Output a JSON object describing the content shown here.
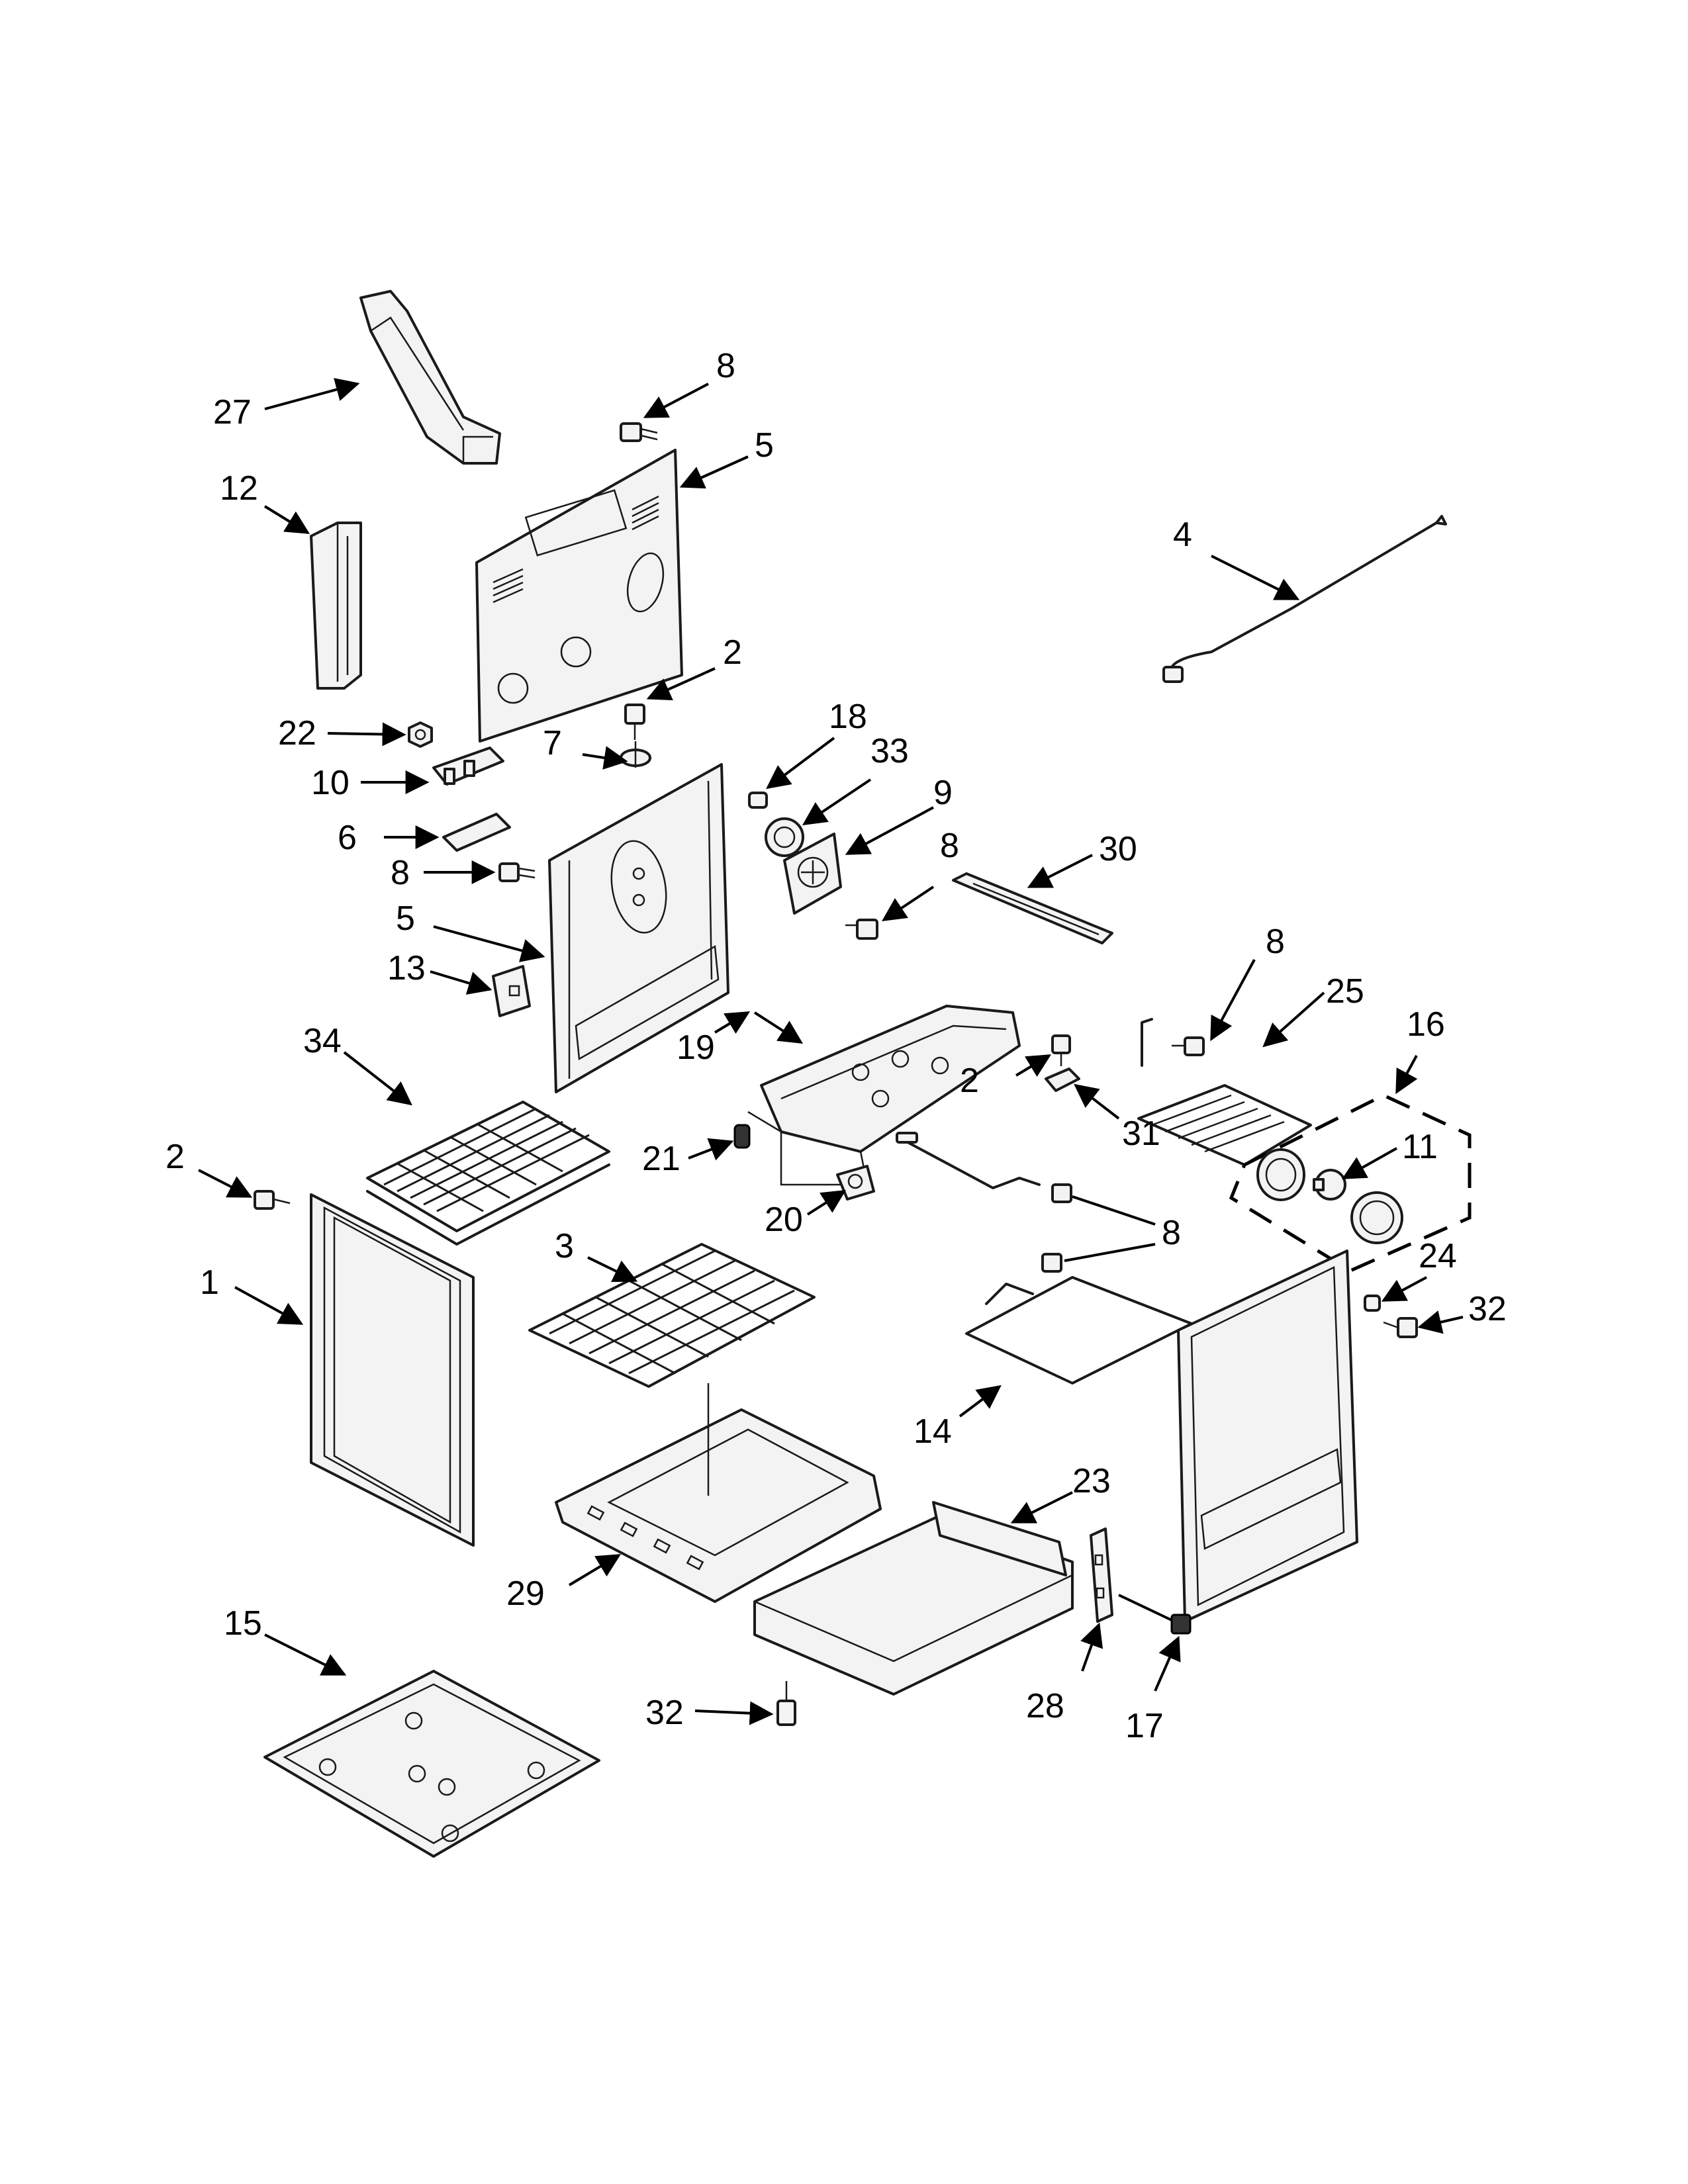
{
  "diagram": {
    "type": "exploded-parts-view",
    "colors": {
      "line": "#1a1a1a",
      "background": "#ffffff",
      "part_fill": "#f3f3f3"
    },
    "callouts": [
      {
        "id": "c27",
        "label": "27"
      },
      {
        "id": "c8a",
        "label": "8"
      },
      {
        "id": "c5a",
        "label": "5"
      },
      {
        "id": "c12",
        "label": "12"
      },
      {
        "id": "c4",
        "label": "4"
      },
      {
        "id": "c2a",
        "label": "2"
      },
      {
        "id": "c22",
        "label": "22"
      },
      {
        "id": "c7",
        "label": "7"
      },
      {
        "id": "c18",
        "label": "18"
      },
      {
        "id": "c33",
        "label": "33"
      },
      {
        "id": "c10",
        "label": "10"
      },
      {
        "id": "c9",
        "label": "9"
      },
      {
        "id": "c6",
        "label": "6"
      },
      {
        "id": "c8b",
        "label": "8"
      },
      {
        "id": "c30",
        "label": "30"
      },
      {
        "id": "c8c",
        "label": "8"
      },
      {
        "id": "c5b",
        "label": "5"
      },
      {
        "id": "c8d",
        "label": "8"
      },
      {
        "id": "c25",
        "label": "25"
      },
      {
        "id": "c13",
        "label": "13"
      },
      {
        "id": "c16",
        "label": "16"
      },
      {
        "id": "c19",
        "label": "19"
      },
      {
        "id": "c34",
        "label": "34"
      },
      {
        "id": "c2b",
        "label": "2"
      },
      {
        "id": "c11",
        "label": "11"
      },
      {
        "id": "c21",
        "label": "21"
      },
      {
        "id": "c31",
        "label": "31"
      },
      {
        "id": "c2c",
        "label": "2"
      },
      {
        "id": "c20",
        "label": "20"
      },
      {
        "id": "c8e",
        "label": "8"
      },
      {
        "id": "c3",
        "label": "3"
      },
      {
        "id": "c1",
        "label": "1"
      },
      {
        "id": "c24",
        "label": "24"
      },
      {
        "id": "c32a",
        "label": "32"
      },
      {
        "id": "c14",
        "label": "14"
      },
      {
        "id": "c23",
        "label": "23"
      },
      {
        "id": "c29",
        "label": "29"
      },
      {
        "id": "c15",
        "label": "15"
      },
      {
        "id": "c32b",
        "label": "32"
      },
      {
        "id": "c28",
        "label": "28"
      },
      {
        "id": "c17",
        "label": "17"
      }
    ]
  }
}
